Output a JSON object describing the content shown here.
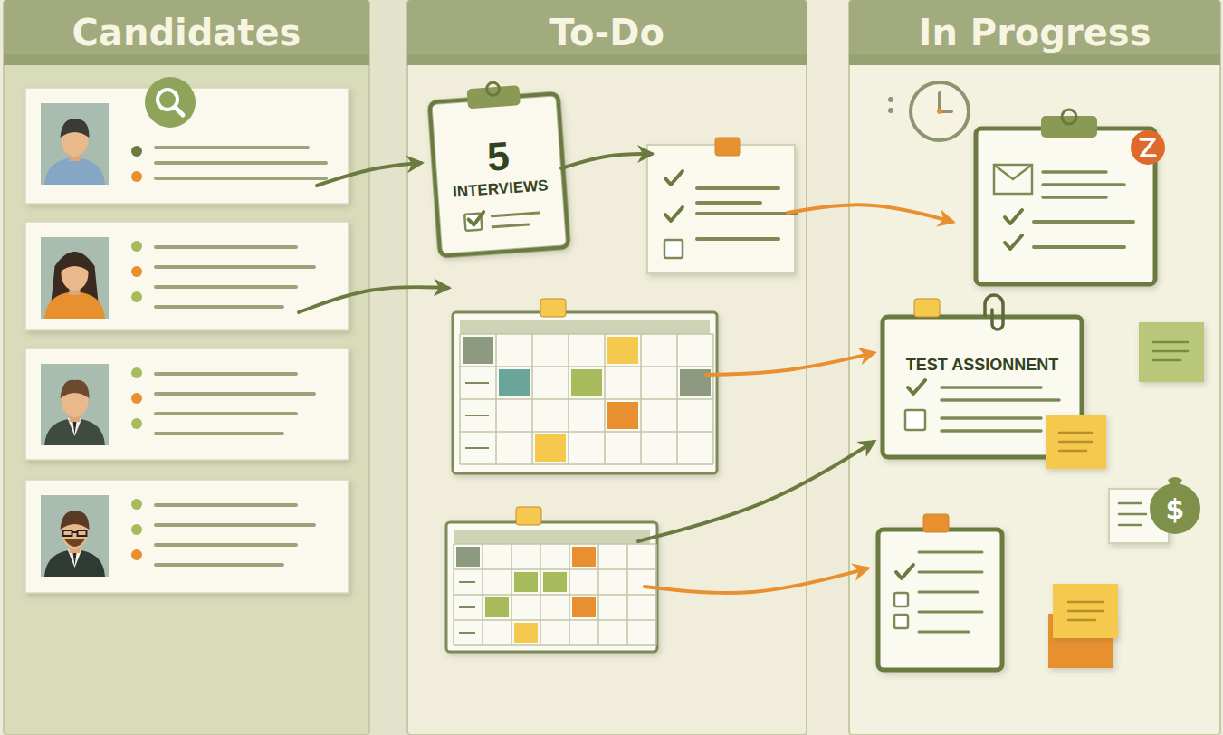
{
  "diagram": {
    "nodes": [
      {
        "text": [
          "Candidates"
        ]
      },
      {
        "text": [
          "To-Do"
        ]
      },
      {
        "text": [
          "In Progress"
        ]
      },
      {
        "text": [
          "5",
          "INTERVIEWS"
        ],
        "in": 1
      },
      {
        "text": [
          "TEST ASSIONNENT"
        ],
        "in": 2
      }
    ],
    "labels": [
      "$"
    ]
  }
}
